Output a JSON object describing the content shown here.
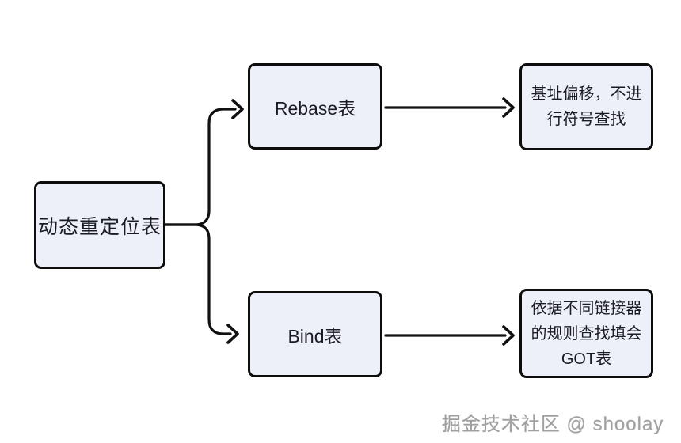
{
  "diagram": {
    "title": "dynamic-relocation-table-flowchart",
    "nodes": {
      "root": {
        "label": "动态重定位表"
      },
      "rebase": {
        "label": "Rebase表"
      },
      "bind": {
        "label": "Bind表"
      },
      "rebase_result": {
        "label": "基址偏移，不进行符号查找"
      },
      "bind_result": {
        "label": "依据不同链接器的规则查找填会GOT表"
      }
    },
    "edges": [
      {
        "from": "root",
        "to": "rebase"
      },
      {
        "from": "root",
        "to": "bind"
      },
      {
        "from": "rebase",
        "to": "rebase_result"
      },
      {
        "from": "bind",
        "to": "bind_result"
      }
    ],
    "colors": {
      "node_fill": "#edf0f9",
      "node_border": "#0d0d0d",
      "text": "#1b1b24",
      "arrow": "#111111",
      "background": "#ffffff",
      "watermark": "#a0a0a0"
    }
  },
  "watermark": {
    "text": "掘金技术社区 @ shoolay"
  }
}
